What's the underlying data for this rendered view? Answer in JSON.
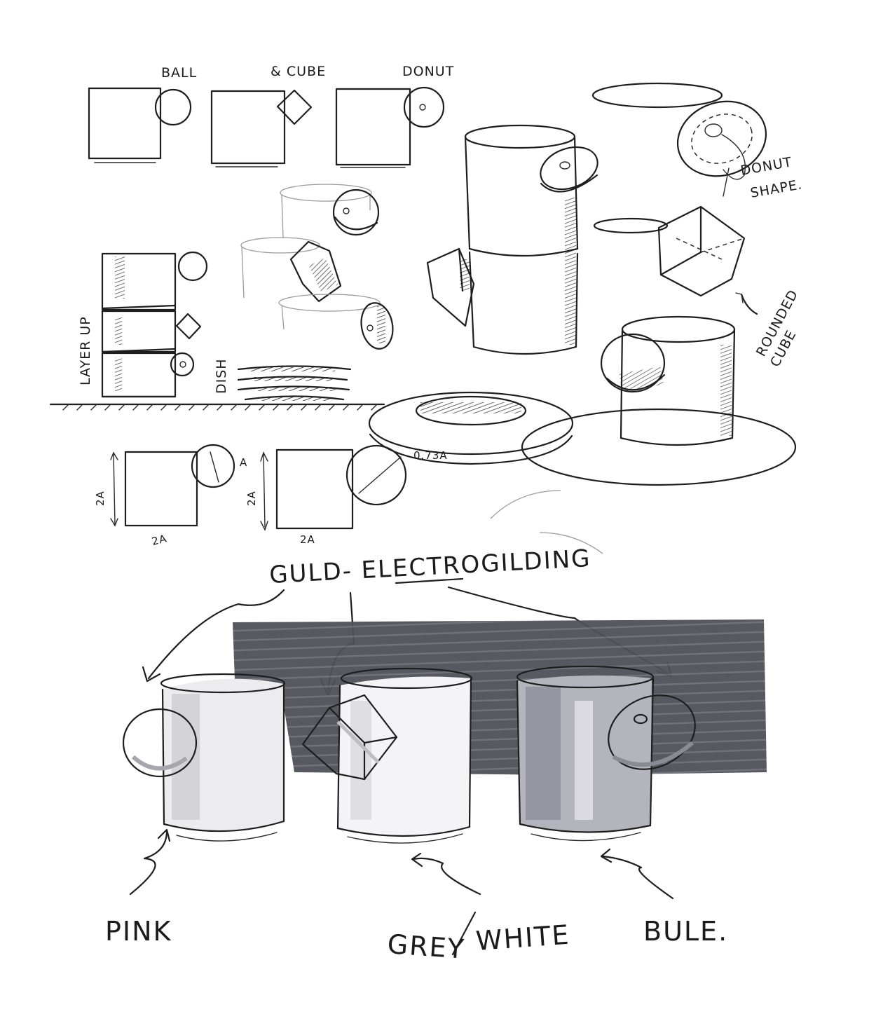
{
  "labels": {
    "ball": "BALL",
    "cube": "& CUBE",
    "donut": "DONUT",
    "donut_shape_1": "DONUT",
    "donut_shape_2": "SHAPE.",
    "layer_up": "LAYER UP",
    "dish": "DISH",
    "rounded_cube_1": "ROUNDED",
    "rounded_cube_2": "CUBE",
    "dim_a_1": "A",
    "dim_2a_v1": "2A",
    "dim_2a_h1": "2A",
    "dim_2a_v2": "2A",
    "dim_2a_h2": "2A",
    "dim_073a": "0.73A",
    "title": "GULD- ELECTROGILDING",
    "pink": "PINK",
    "grey": "GREY",
    "white": "WHITE",
    "blue": "BULE."
  },
  "colors": {
    "ink": "#1e1e1e",
    "marker_dark": "#5c5c66",
    "marker_mid": "#8d8d96",
    "marker_light": "#cfcfd4",
    "paper": "#ffffff"
  }
}
